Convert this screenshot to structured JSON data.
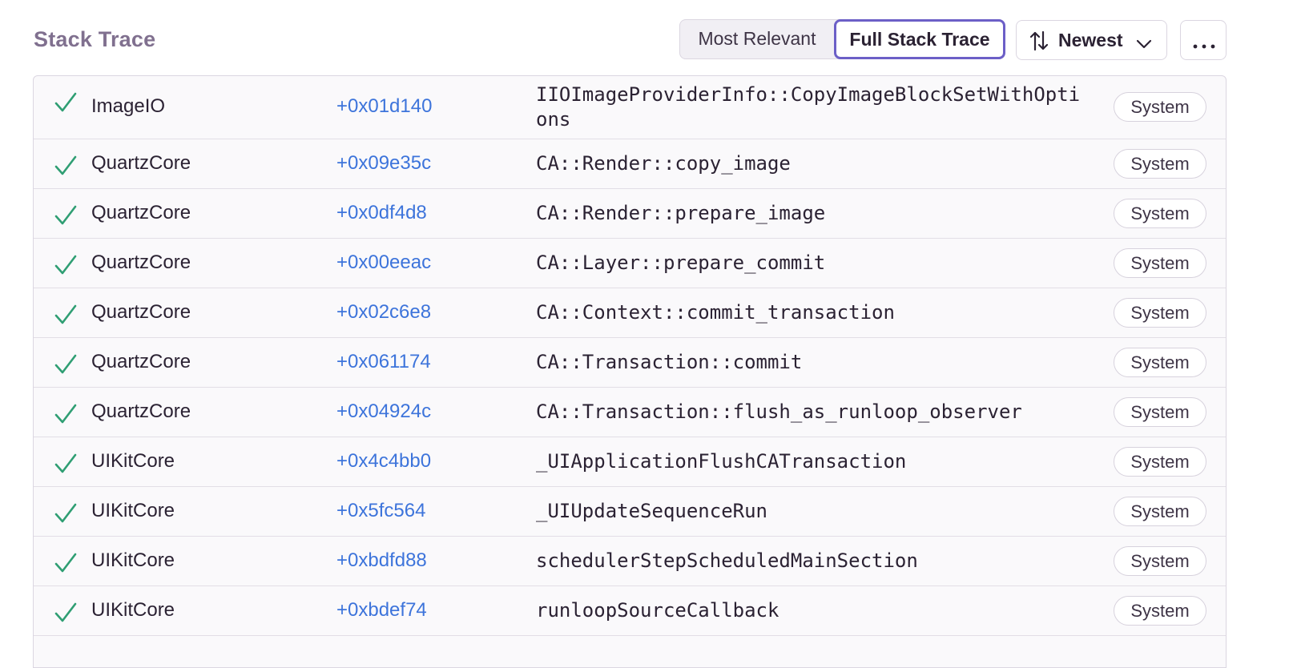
{
  "header": {
    "title": "Stack Trace",
    "view_options": [
      "Most Relevant",
      "Full Stack Trace"
    ],
    "active_view": "Full Stack Trace",
    "sort_label": "Newest"
  },
  "colors": {
    "accent": "#6c5fc7",
    "address": "#3d74db",
    "check": "#2f9e73",
    "title": "#80708f"
  },
  "frames": [
    {
      "module": "ImageIO",
      "address": "+0x01d140",
      "function": "IIOImageProviderInfo::CopyImageBlockSetWithOptions",
      "tag": "System",
      "icon": "check-icon"
    },
    {
      "module": "QuartzCore",
      "address": "+0x09e35c",
      "function": "CA::Render::copy_image",
      "tag": "System",
      "icon": "check-icon"
    },
    {
      "module": "QuartzCore",
      "address": "+0x0df4d8",
      "function": "CA::Render::prepare_image",
      "tag": "System",
      "icon": "check-icon"
    },
    {
      "module": "QuartzCore",
      "address": "+0x00eeac",
      "function": "CA::Layer::prepare_commit",
      "tag": "System",
      "icon": "check-icon"
    },
    {
      "module": "QuartzCore",
      "address": "+0x02c6e8",
      "function": "CA::Context::commit_transaction",
      "tag": "System",
      "icon": "check-icon"
    },
    {
      "module": "QuartzCore",
      "address": "+0x061174",
      "function": "CA::Transaction::commit",
      "tag": "System",
      "icon": "check-icon"
    },
    {
      "module": "QuartzCore",
      "address": "+0x04924c",
      "function": "CA::Transaction::flush_as_runloop_observer",
      "tag": "System",
      "icon": "check-icon"
    },
    {
      "module": "UIKitCore",
      "address": "+0x4c4bb0",
      "function": "_UIApplicationFlushCATransaction",
      "tag": "System",
      "icon": "check-icon"
    },
    {
      "module": "UIKitCore",
      "address": "+0x5fc564",
      "function": "_UIUpdateSequenceRun",
      "tag": "System",
      "icon": "check-icon"
    },
    {
      "module": "UIKitCore",
      "address": "+0xbdfd88",
      "function": "schedulerStepScheduledMainSection",
      "tag": "System",
      "icon": "check-icon"
    },
    {
      "module": "UIKitCore",
      "address": "+0xbdef74",
      "function": "runloopSourceCallback",
      "tag": "System",
      "icon": "check-icon"
    }
  ]
}
